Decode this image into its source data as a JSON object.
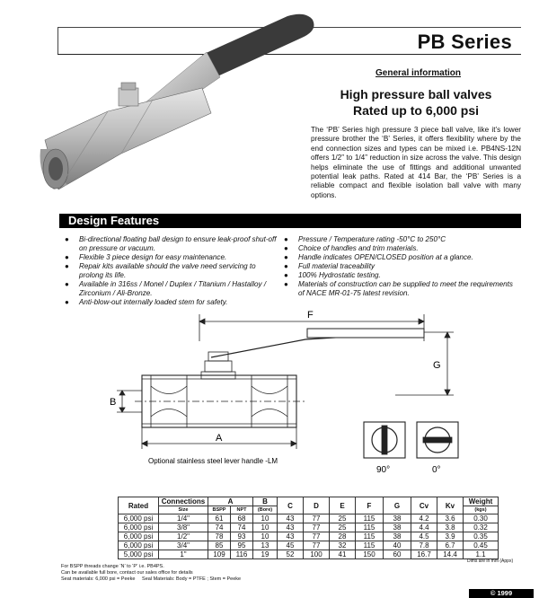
{
  "header": {
    "title": "PB Series"
  },
  "general_info": {
    "heading": "General information",
    "subtitle_line1": "High pressure ball valves",
    "subtitle_line2": "Rated up to 6,000 psi",
    "body": "The ‘PB’ Series high pressure 3 piece ball valve, like it’s lower pressure brother the ‘B’ Series, it offers flexibility where by the end connection sizes and types can be mixed i.e. PB4NS-12N offers 1/2” to 1/4” reduction in size across the valve. This design helps eliminate the use of fittings and additional unwanted potential leak paths. Rated at 414 Bar, the ‘PB’ Series is a reliable compact and flexible isolation ball valve with many options."
  },
  "design_features": {
    "title": "Design Features",
    "left": [
      "Bi-directional floating ball design to ensure leak-proof shut-off on pressure or vacuum.",
      "Flexible 3 piece design for easy maintenance.",
      "Repair kits available should the valve need servicing to prolong its life.",
      "Available in 316ss / Monel / Duplex / Titanium / Hastalloy / Zirconium / Ali-Bronze.",
      "Anti-blow-out internally loaded stem for safety."
    ],
    "right": [
      "Pressure / Temperature rating -50°C to 250°C",
      "Choice of handles and trim materials.",
      "Handle indicates OPEN/CLOSED position at a glance.",
      "Full material traceability",
      "100% Hydrostatic testing.",
      "Materials of construction can be supplied to meet the requirements of NACE MR-01-75 latest revision."
    ]
  },
  "drawing": {
    "label_f": "F",
    "label_g": "G",
    "label_b": "B",
    "label_a": "A",
    "caption": "Optional stainless steel lever handle -LM",
    "pos_closed": "90°",
    "pos_open": "0°"
  },
  "table": {
    "headers": {
      "rated": "Rated",
      "connections": "Connections",
      "connections_sub": "Size",
      "a": "A",
      "a_bspp": "BSPP",
      "a_npt": "NPT",
      "b": "B",
      "b_sub": "(Bore)",
      "c": "C",
      "d": "D",
      "e": "E",
      "f": "F",
      "g": "G",
      "cv": "Cv",
      "kv": "Kv",
      "weight": "Weight",
      "weight_sub": "(kgs)"
    },
    "rows": [
      [
        "6,000 psi",
        "1/4\"",
        "61",
        "68",
        "10",
        "43",
        "77",
        "25",
        "115",
        "38",
        "4.2",
        "3.6",
        "0.30"
      ],
      [
        "6,000 psi",
        "3/8\"",
        "74",
        "74",
        "10",
        "43",
        "77",
        "25",
        "115",
        "38",
        "4.4",
        "3.8",
        "0.32"
      ],
      [
        "6,000 psi",
        "1/2\"",
        "78",
        "93",
        "10",
        "43",
        "77",
        "28",
        "115",
        "38",
        "4.5",
        "3.9",
        "0.35"
      ],
      [
        "6,000 psi",
        "3/4\"",
        "85",
        "95",
        "13",
        "45",
        "77",
        "32",
        "115",
        "40",
        "7.8",
        "6.7",
        "0.45"
      ],
      [
        "5,000 psi",
        "1\"",
        "109",
        "116",
        "19",
        "52",
        "100",
        "41",
        "150",
        "60",
        "16.7",
        "14.4",
        "1.1"
      ]
    ],
    "dims_note": "Dims are in mm (Appx)"
  },
  "notes": [
    "For BSPP threads change ‘N’ to ‘P’ i.e. PB4PS.",
    "Can be available full bore, contact our sales office for details",
    "Seat materials: 6,000 psi = Peeke     Seal Materials: Body = PTFE ; Stem = Peeke"
  ],
  "footer": {
    "copyright": "© 1999"
  }
}
